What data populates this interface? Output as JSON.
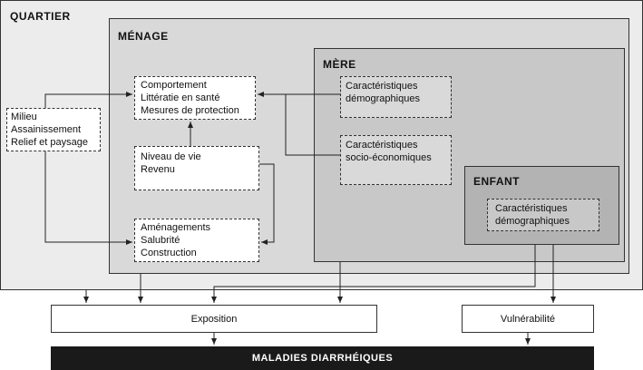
{
  "colors": {
    "quartier_bg": "#ececec",
    "menage_bg": "#d9d9d9",
    "mere_bg": "#c8c8c8",
    "enfant_bg": "#b3b3b3",
    "outcome_bg": "#1a1a1a",
    "outcome_text": "#ffffff"
  },
  "diagram": {
    "quartier": {
      "title": "QUARTIER"
    },
    "milieu": {
      "lines": [
        "Milieu",
        "Assainissement",
        "Relief et paysage"
      ]
    },
    "menage": {
      "title": "MÉNAGE",
      "comportement": {
        "lines": [
          "Comportement",
          "Littératie en santé",
          "Mesures de protection"
        ]
      },
      "niveau": {
        "lines": [
          "Niveau de vie",
          "Revenu"
        ]
      },
      "amenagements": {
        "lines": [
          "Aménagements",
          "Salubrité",
          "Construction"
        ]
      }
    },
    "mere": {
      "title": "MÈRE",
      "demo": {
        "lines": [
          "Caractéristiques",
          "démographiques"
        ]
      },
      "socio": {
        "lines": [
          "Caractéristiques",
          "socio-économiques"
        ]
      }
    },
    "enfant": {
      "title": "ENFANT",
      "demo": {
        "lines": [
          "Caractéristiques",
          "démographiques"
        ]
      }
    },
    "exposition": {
      "label": "Exposition"
    },
    "vulnerabilite": {
      "label": "Vulnérabilité"
    },
    "outcome": {
      "label": "MALADIES DIARRHÉIQUES"
    }
  }
}
